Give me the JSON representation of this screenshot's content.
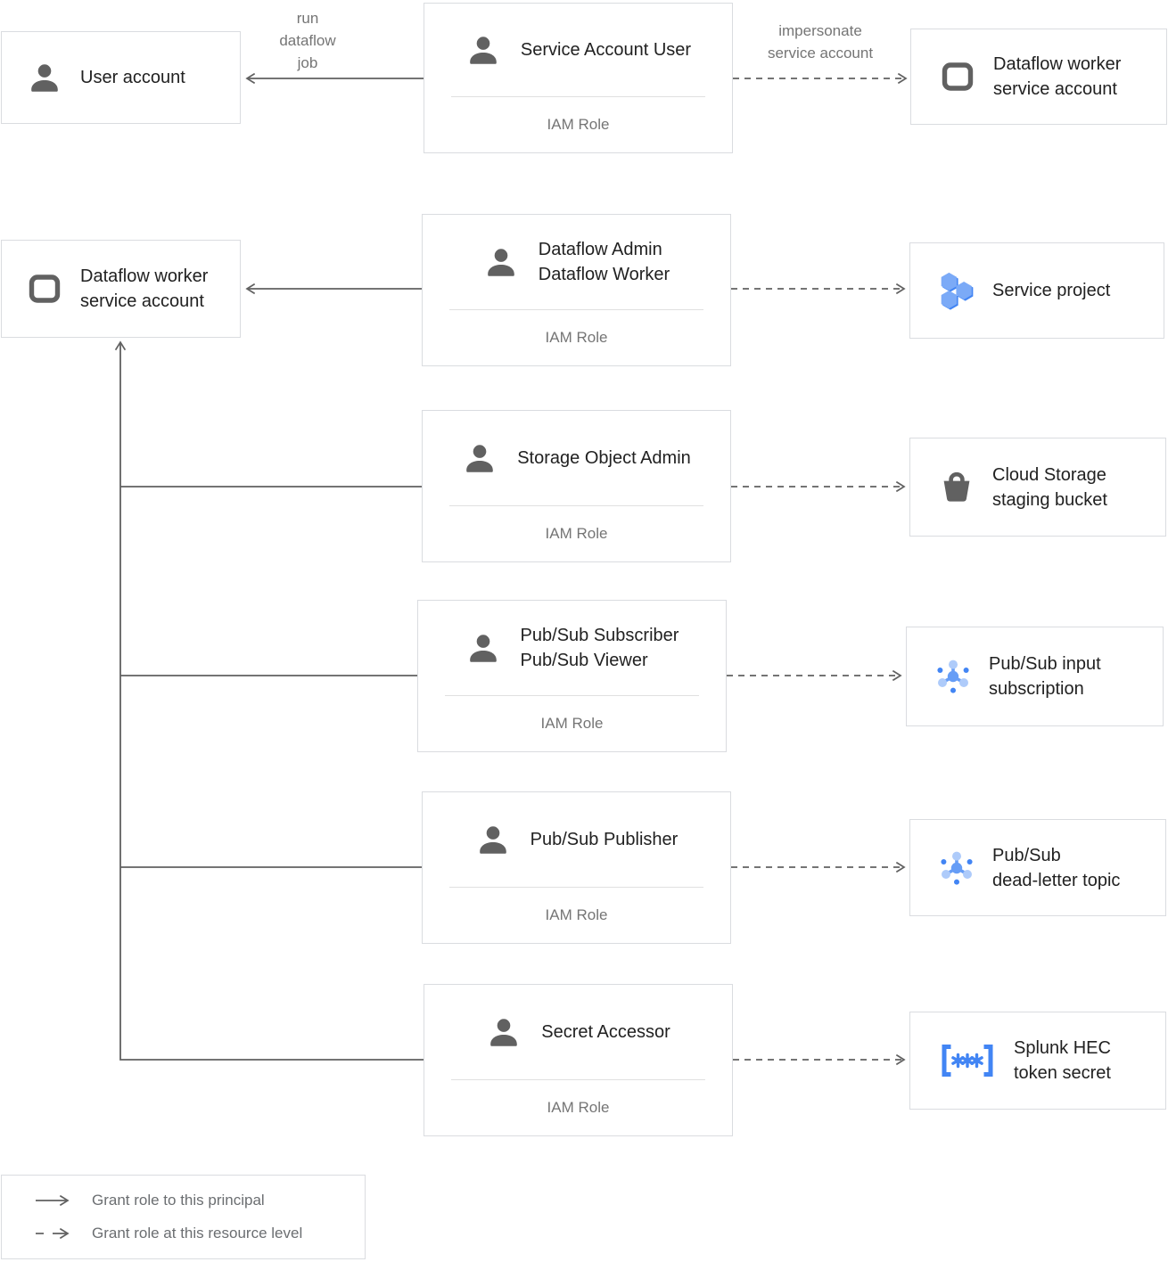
{
  "colors": {
    "border": "#dadce0",
    "line": "#616161",
    "title_text": "#212121",
    "muted_text": "#757575",
    "icon_gray": "#616161",
    "blue_dark": "#4285f4",
    "blue_mid": "#669df6",
    "blue_light": "#aecbfa"
  },
  "nodes": {
    "user_account": {
      "icon": "person-icon",
      "lines": [
        "User account"
      ]
    },
    "dataflow_worker_sa_left": {
      "icon": "service-account-icon",
      "lines": [
        "Dataflow worker",
        "service account"
      ]
    },
    "dataflow_worker_sa_right": {
      "icon": "service-account-icon",
      "lines": [
        "Dataflow worker",
        "service account"
      ]
    },
    "service_project": {
      "icon": "project-hexagons-icon",
      "lines": [
        "Service project"
      ]
    },
    "cloud_storage_bucket": {
      "icon": "storage-bucket-icon",
      "lines": [
        "Cloud Storage",
        "staging bucket"
      ]
    },
    "pubsub_input_subscription": {
      "icon": "pubsub-icon",
      "lines": [
        "Pub/Sub input",
        "subscription"
      ]
    },
    "pubsub_deadletter_topic": {
      "icon": "pubsub-icon",
      "lines": [
        "Pub/Sub",
        "dead-letter topic"
      ]
    },
    "splunk_hec_token_secret": {
      "icon": "secret-icon",
      "lines": [
        "Splunk HEC",
        "token secret"
      ]
    }
  },
  "roles": [
    {
      "icon": "person-icon",
      "lines": [
        "Service Account User"
      ],
      "subtitle": "IAM Role"
    },
    {
      "icon": "person-icon",
      "lines": [
        "Dataflow Admin",
        "Dataflow Worker"
      ],
      "subtitle": "IAM Role"
    },
    {
      "icon": "person-icon",
      "lines": [
        "Storage Object Admin"
      ],
      "subtitle": "IAM Role"
    },
    {
      "icon": "person-icon",
      "lines": [
        "Pub/Sub Subscriber",
        "Pub/Sub Viewer"
      ],
      "subtitle": "IAM Role"
    },
    {
      "icon": "person-icon",
      "lines": [
        "Pub/Sub Publisher"
      ],
      "subtitle": "IAM Role"
    },
    {
      "icon": "person-icon",
      "lines": [
        "Secret Accessor"
      ],
      "subtitle": "IAM Role"
    }
  ],
  "edge_labels": {
    "run_dataflow_job": {
      "lines": [
        "run",
        "dataflow",
        "job"
      ]
    },
    "impersonate": {
      "lines": [
        "impersonate",
        "service account"
      ]
    }
  },
  "legend": {
    "solid_label": "Grant role to this principal",
    "dashed_label": "Grant role at this resource level"
  }
}
